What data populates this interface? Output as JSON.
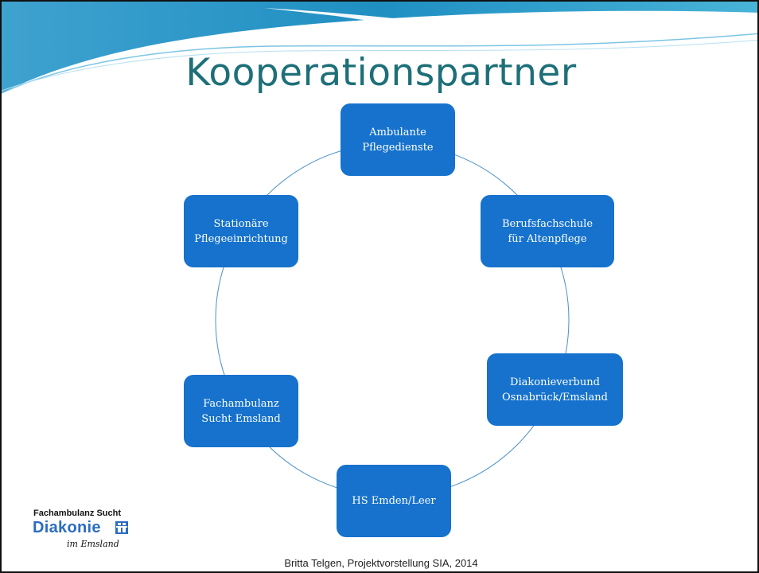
{
  "slide": {
    "title": "Kooperationspartner",
    "footer": "Britta Telgen, Projektvorstellung SIA, 2014"
  },
  "cycle": {
    "nodes": [
      {
        "lines": [
          "Ambulante",
          "Pflegedienste"
        ]
      },
      {
        "lines": [
          "Berufsfachschule",
          "für Altenpflege"
        ]
      },
      {
        "lines": [
          "Diakonieverbund",
          "Osnabrück/Emsland"
        ]
      },
      {
        "lines": [
          "HS Emden/Leer"
        ]
      },
      {
        "lines": [
          "Fachambulanz",
          "Sucht Emsland"
        ]
      },
      {
        "lines": [
          "Stationäre",
          "Pflegeeinrichtung"
        ]
      }
    ]
  },
  "logo": {
    "line1": "Fachambulanz Sucht",
    "line2": "Diakonie",
    "line3": "im Emsland"
  },
  "colors": {
    "title": "#1d6f78",
    "node_fill": "#1672cc",
    "connector": "#4a90c8",
    "logo_blue": "#2b6cc4"
  }
}
